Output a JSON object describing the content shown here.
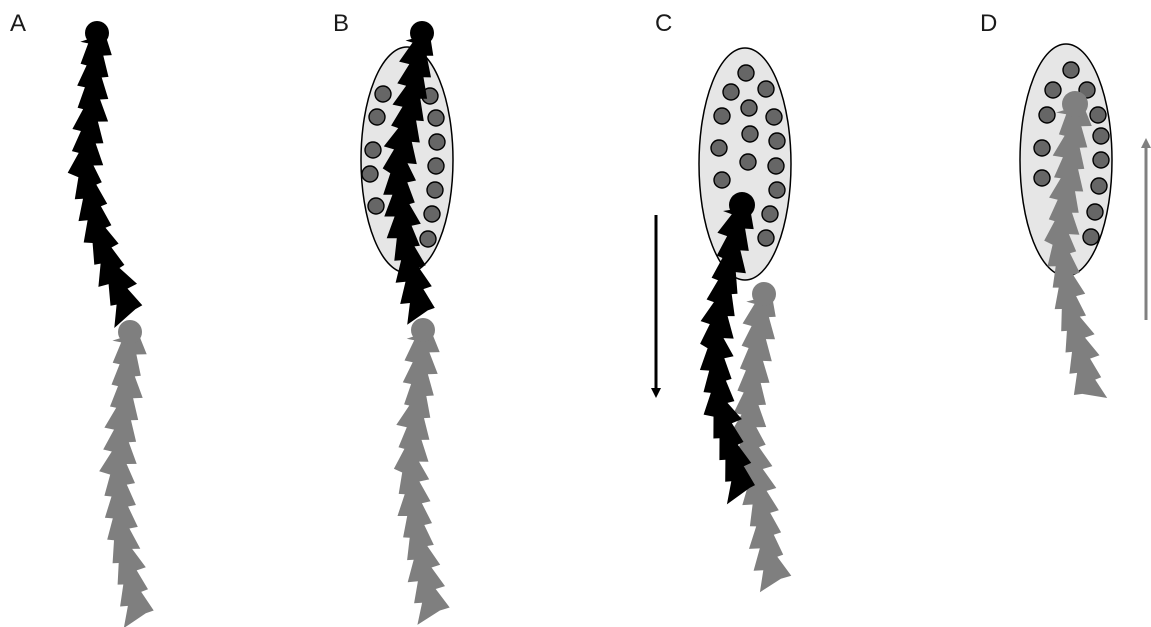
{
  "panels": [
    {
      "label": "A"
    },
    {
      "label": "B"
    },
    {
      "label": "C"
    },
    {
      "label": "D"
    }
  ],
  "colors": {
    "black_filament": "#000000",
    "gray_filament": "#7f7f7f",
    "vesicle_fill": "#e6e6e6",
    "vesicle_stroke": "#000000",
    "granule_fill": "#666666",
    "arrow_down": "#000000",
    "arrow_up": "#808080"
  },
  "arrows": [
    {
      "panel": "C",
      "direction": "down",
      "color": "#000000"
    },
    {
      "panel": "D",
      "direction": "up",
      "color": "#808080"
    }
  ]
}
